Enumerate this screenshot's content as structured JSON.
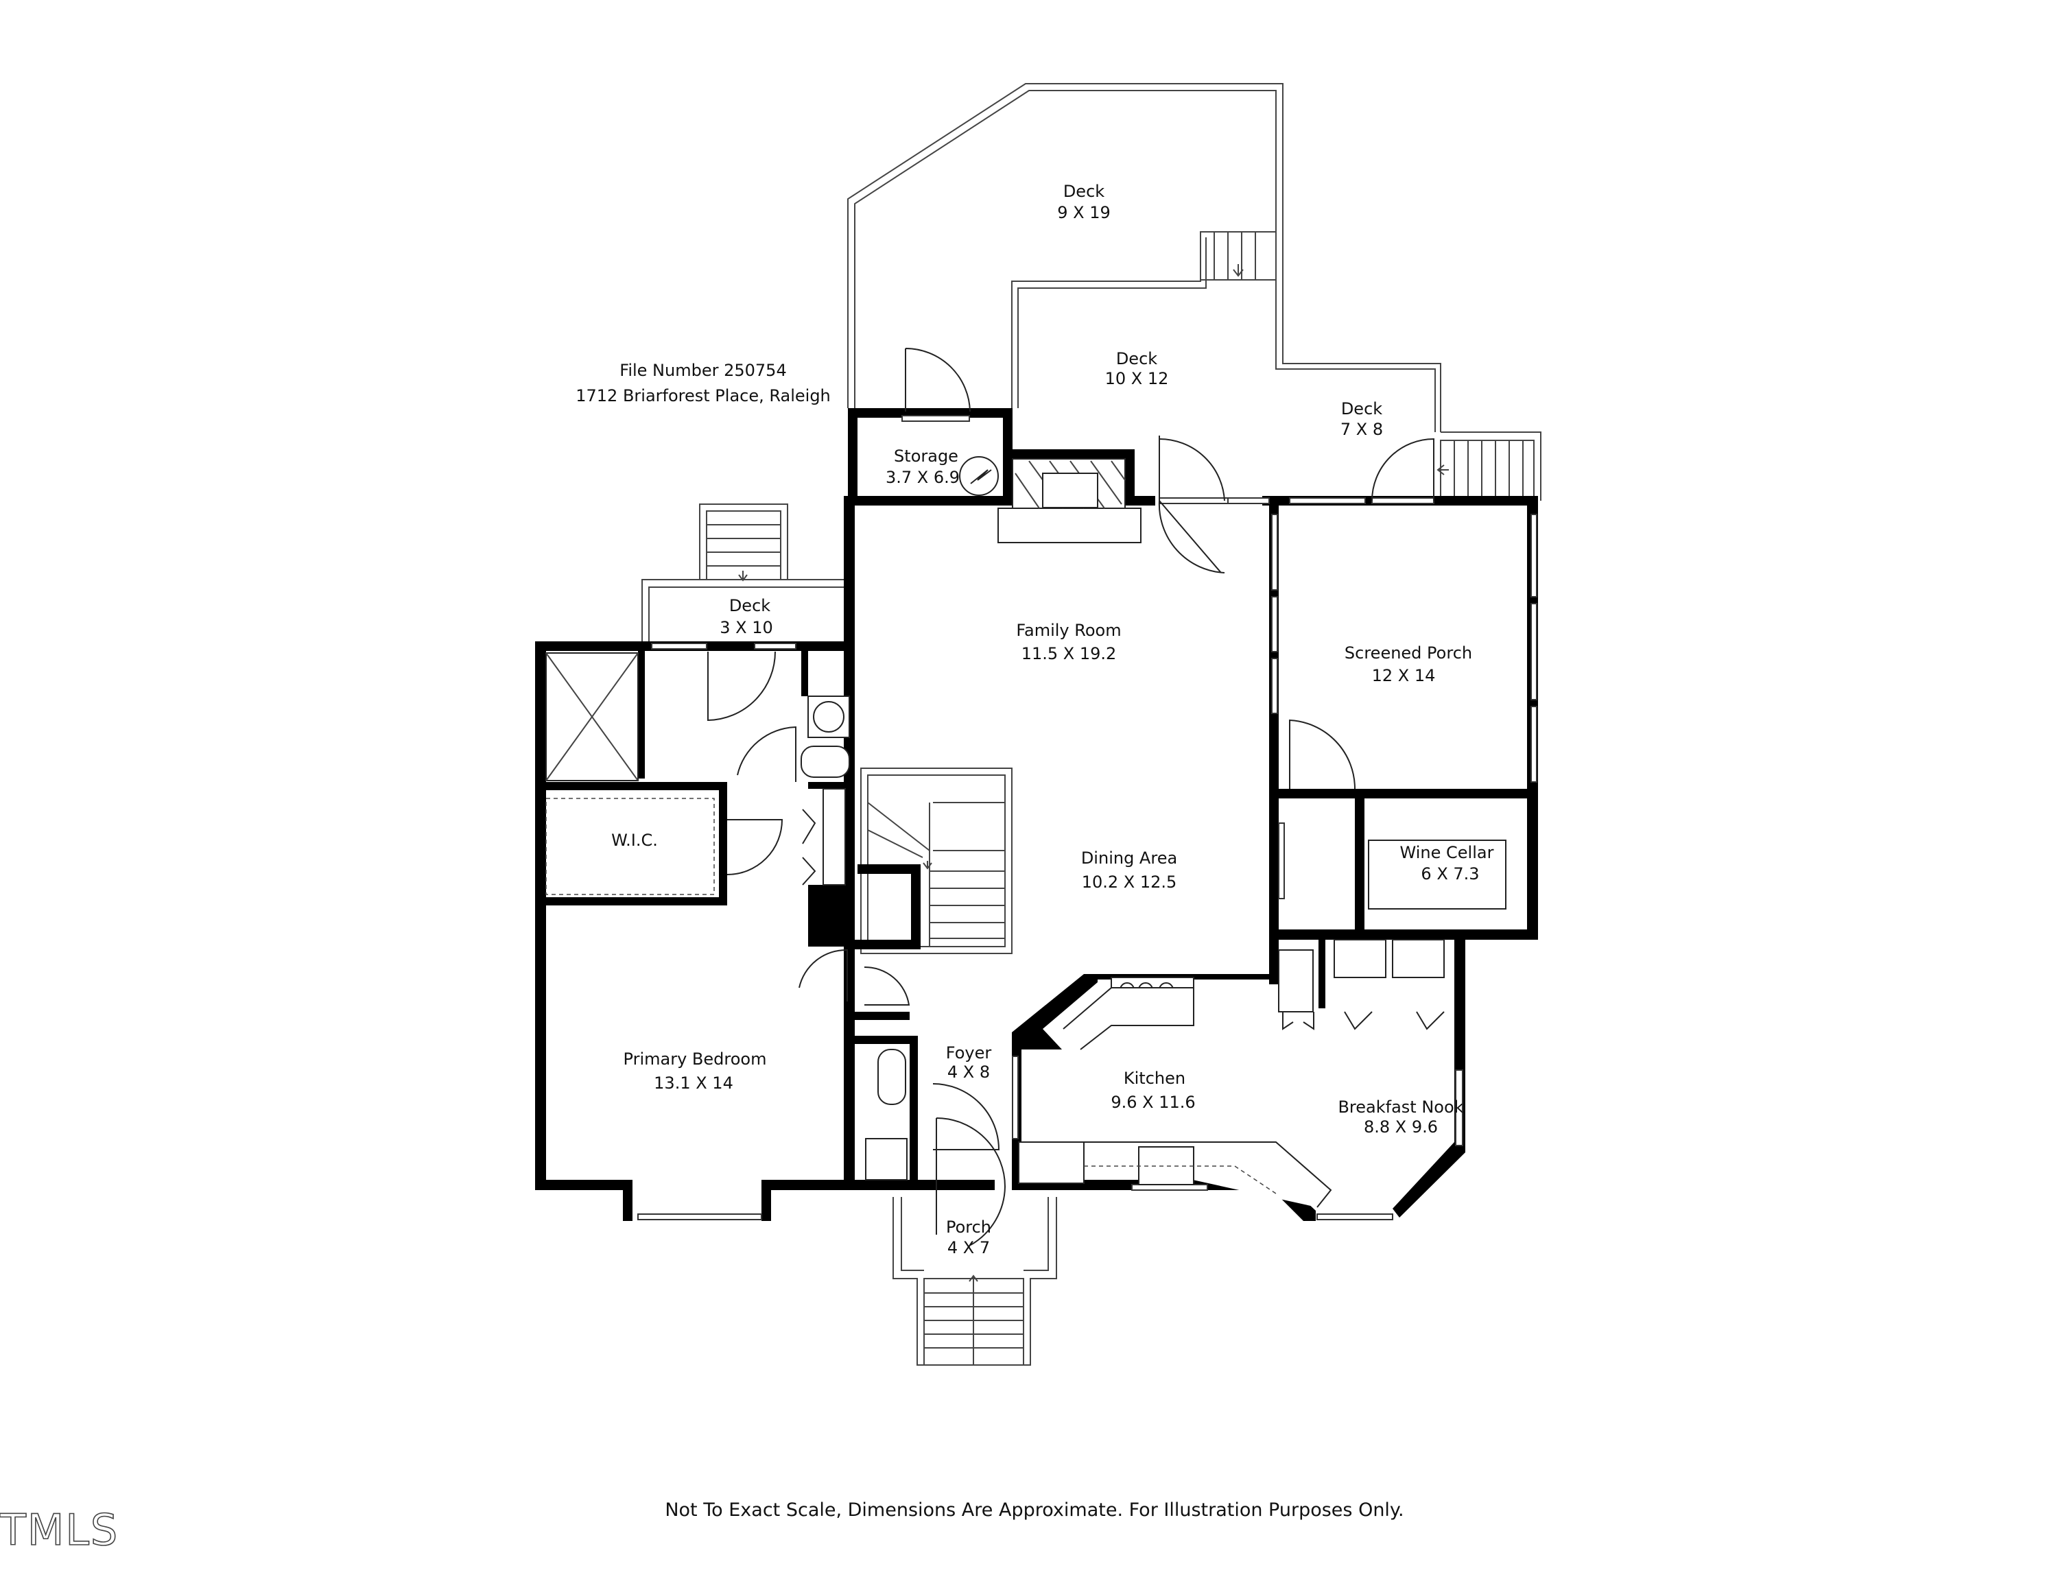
{
  "header": {
    "file_number": "File Number 250754",
    "address": "1712 Briarforest Place, Raleigh"
  },
  "rooms": [
    {
      "id": "deck-upper",
      "name": "Deck",
      "dims": "9 X 19"
    },
    {
      "id": "deck-middle",
      "name": "Deck",
      "dims": "10 X 12"
    },
    {
      "id": "deck-right",
      "name": "Deck",
      "dims": "7 X 8"
    },
    {
      "id": "storage",
      "name": "Storage",
      "dims": "3.7 X 6.9"
    },
    {
      "id": "deck-small",
      "name": "Deck",
      "dims": "3 X 10"
    },
    {
      "id": "family-room",
      "name": "Family Room",
      "dims": "11.5 X 19.2"
    },
    {
      "id": "screened-porch",
      "name": "Screened Porch",
      "dims": "12 X 14"
    },
    {
      "id": "wic",
      "name": "W.I.C.",
      "dims": ""
    },
    {
      "id": "dining-area",
      "name": "Dining Area",
      "dims": "10.2 X 12.5"
    },
    {
      "id": "wine-cellar",
      "name": "Wine Cellar",
      "dims": "6 X 7.3"
    },
    {
      "id": "primary-bedroom",
      "name": "Primary Bedroom",
      "dims": "13.1 X 14"
    },
    {
      "id": "foyer",
      "name": "Foyer",
      "dims": "4 X 8"
    },
    {
      "id": "kitchen",
      "name": "Kitchen",
      "dims": "9.6 X 11.6"
    },
    {
      "id": "breakfast-nook",
      "name": "Breakfast Nook",
      "dims": "8.8 X 9.6"
    },
    {
      "id": "porch",
      "name": "Porch",
      "dims": "4 X 7"
    }
  ],
  "footer": {
    "disclaimer": "Not To Exact Scale, Dimensions Are Approximate. For Illustration Purposes Only."
  },
  "watermark": "TMLS"
}
